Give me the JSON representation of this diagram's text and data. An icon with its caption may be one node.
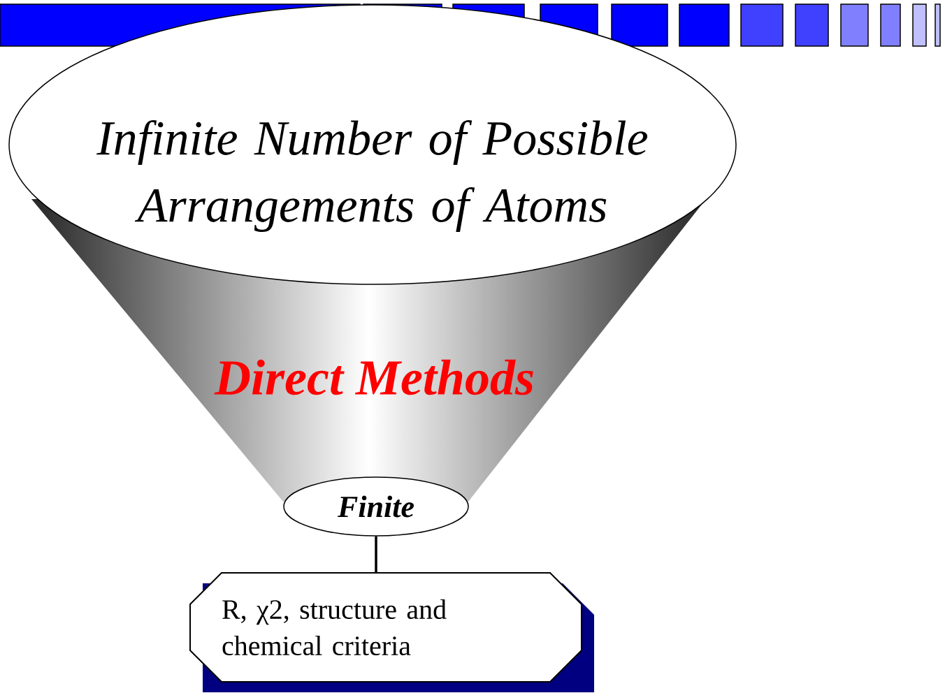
{
  "diagram": {
    "nodes": [
      {
        "text": [
          "Infinite Number of Possible Arrangements of Atoms"
        ]
      },
      {
        "text": [
          "Direct Methods"
        ]
      },
      {
        "text": [
          "Finite"
        ]
      },
      {
        "text": [
          "R, χ2, structure and chemical criteria"
        ]
      }
    ],
    "edges": [
      {
        "from": 2,
        "to": 3,
        "arrow": "none"
      }
    ]
  }
}
